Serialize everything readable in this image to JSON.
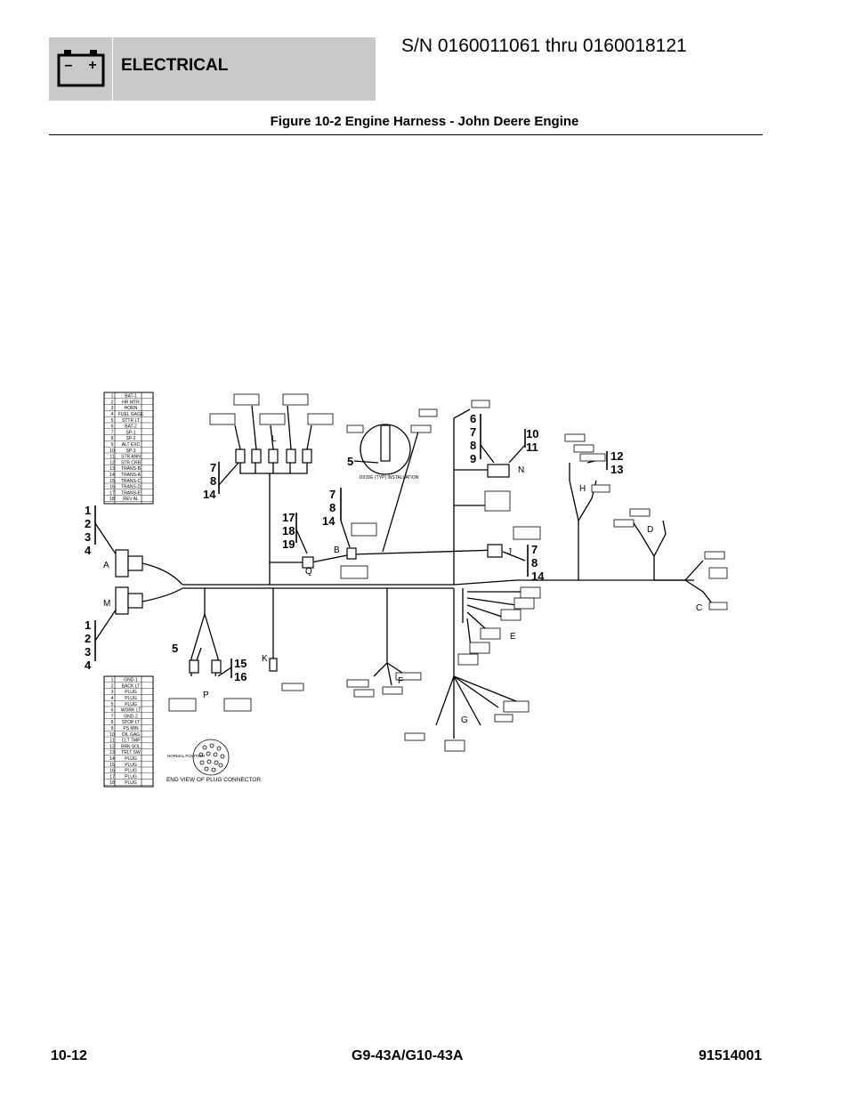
{
  "header": {
    "section": "ELECTRICAL",
    "serial_range": "S/N 0160011061 thru 0160018121",
    "battery_minus": "–",
    "battery_plus": "+"
  },
  "figure": {
    "title": "Figure 10-2 Engine Harness - John Deere Engine"
  },
  "footer": {
    "page": "10-12",
    "model": "G9-43A/G10-43A",
    "doc_number": "91514001"
  },
  "diagram": {
    "connector_letters": [
      "A",
      "M",
      "L",
      "B",
      "Q",
      "J",
      "N",
      "H",
      "D",
      "C",
      "E",
      "F",
      "G",
      "K",
      "P"
    ],
    "callouts": {
      "a_group": [
        "1",
        "2",
        "3",
        "4"
      ],
      "m_group": [
        "1",
        "2",
        "3",
        "4"
      ],
      "l_group": [
        "7",
        "8",
        "14"
      ],
      "b_group": [
        "7",
        "8",
        "14"
      ],
      "q_group": [
        "17",
        "18",
        "19"
      ],
      "diode_item": "5",
      "n_group_left": [
        "6",
        "7",
        "8",
        "9"
      ],
      "n_group_right": [
        "10",
        "11"
      ],
      "h_group": [
        "12",
        "13"
      ],
      "j_group": [
        "7",
        "8",
        "14"
      ],
      "p_item": "5",
      "p_group": [
        "15",
        "16"
      ]
    },
    "diode_label": "DIODE (TYP) INSTALLATION",
    "end_view_label": "END VIEW OF PLUG CONNECTOR",
    "normal_position": "NORMAL POSITION",
    "table_a_rows": [
      [
        "1",
        "BAT-1"
      ],
      [
        "2",
        "HR MTR"
      ],
      [
        "3",
        "HORN"
      ],
      [
        "4",
        "FUEL GAGE"
      ],
      [
        "5",
        "STTR LT"
      ],
      [
        "6",
        "BAT-2"
      ],
      [
        "7",
        "SP-1"
      ],
      [
        "8",
        "SP-2"
      ],
      [
        "9",
        "ALT EXC"
      ],
      [
        "10",
        "SP-3"
      ],
      [
        "11",
        "STR ANN"
      ],
      [
        "12",
        "STR CRB"
      ],
      [
        "13",
        "TRANS-B"
      ],
      [
        "14",
        "TRANS-A"
      ],
      [
        "15",
        "TRANS-C"
      ],
      [
        "16",
        "TRANS-D"
      ],
      [
        "17",
        "TRANS-E"
      ],
      [
        "18",
        "REV AL"
      ]
    ],
    "table_m_rows": [
      [
        "1",
        "GND-1"
      ],
      [
        "2",
        "BACK LT"
      ],
      [
        "3",
        "PLUG"
      ],
      [
        "4",
        "PLUG"
      ],
      [
        "5",
        "PLUG"
      ],
      [
        "6",
        "WORK LT"
      ],
      [
        "7",
        "GND-2"
      ],
      [
        "8",
        "STOP LT"
      ],
      [
        "9",
        "PS MIN"
      ],
      [
        "10",
        "OIL GAG"
      ],
      [
        "11",
        "CLT TMP"
      ],
      [
        "12",
        "BRK SOL"
      ],
      [
        "13",
        "TRLT SW"
      ],
      [
        "14",
        "PLUG"
      ],
      [
        "15",
        "PLUG"
      ],
      [
        "16",
        "PLUG"
      ],
      [
        "17",
        "PLUG"
      ],
      [
        "18",
        "PLUG"
      ]
    ]
  }
}
